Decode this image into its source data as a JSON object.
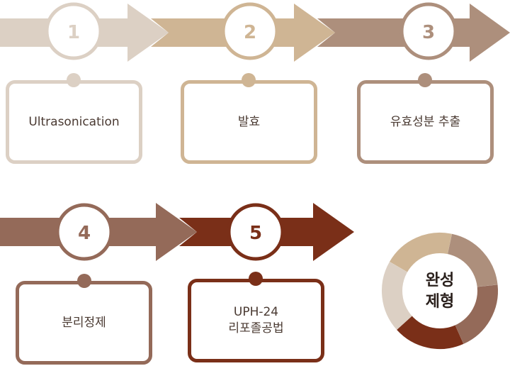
{
  "steps": [
    {
      "number": "1",
      "label": "Ultrasonication",
      "color": "#dcd0c4"
    },
    {
      "number": "2",
      "label": "발효",
      "color": "#cfb594"
    },
    {
      "number": "3",
      "label": "유효성분 추출",
      "color": "#ad8f7c"
    },
    {
      "number": "4",
      "label": "분리정제",
      "color": "#946a59"
    },
    {
      "number": "5",
      "label_line1": "UPH-24",
      "label_line2": "리포졸공법",
      "color": "#7a2f18"
    }
  ],
  "result": {
    "line1": "완성",
    "line2": "제형",
    "ring_colors": [
      "#cfb594",
      "#ad8f7c",
      "#946a59",
      "#7a2f18",
      "#dcd0c4"
    ]
  }
}
